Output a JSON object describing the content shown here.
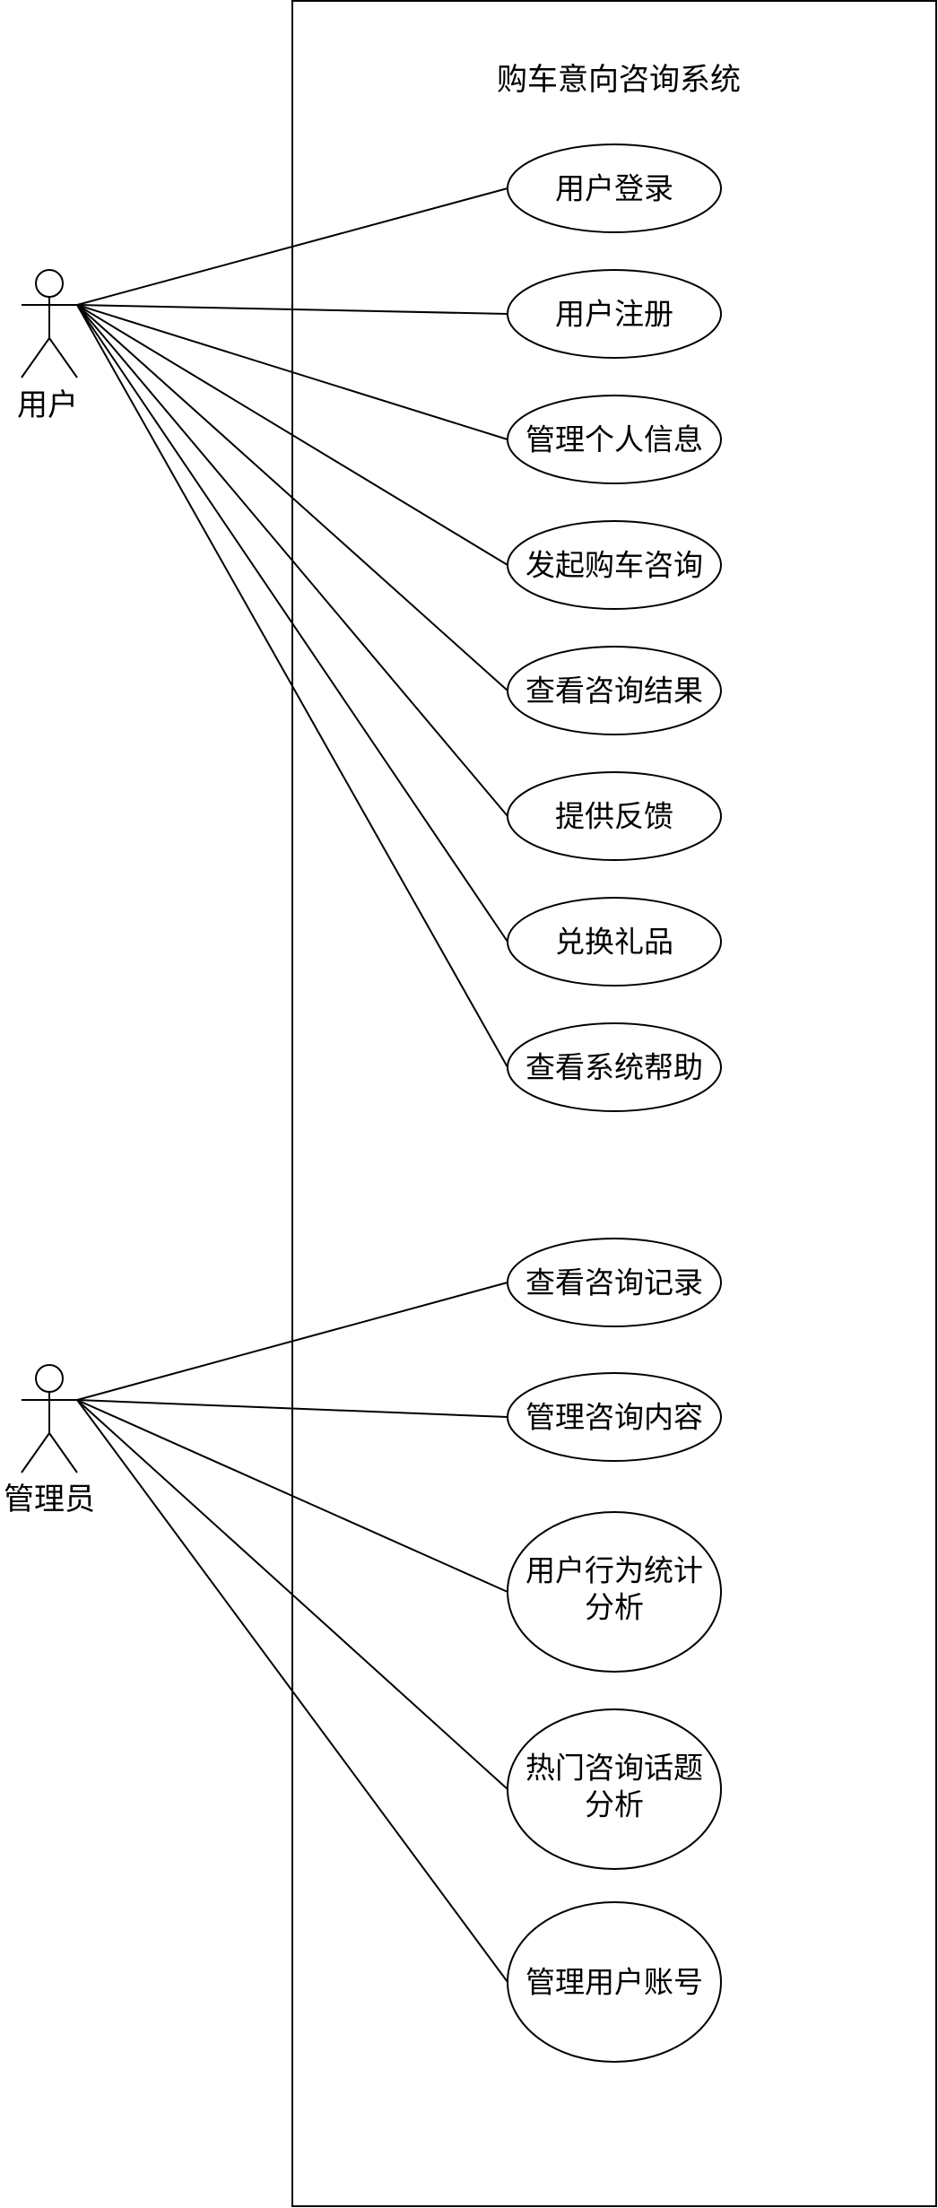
{
  "system": {
    "title": "购车意向咨询系统"
  },
  "actors": {
    "user": {
      "label": "用户"
    },
    "admin": {
      "label": "管理员"
    }
  },
  "use_cases": {
    "user": [
      {
        "label": "用户登录"
      },
      {
        "label": "用户注册"
      },
      {
        "label": "管理个人信息"
      },
      {
        "label": "发起购车咨询"
      },
      {
        "label": "查看咨询结果"
      },
      {
        "label": "提供反馈"
      },
      {
        "label": "兑换礼品"
      },
      {
        "label": "查看系统帮助"
      }
    ],
    "admin": [
      {
        "label": "查看咨询记录"
      },
      {
        "label": "管理咨询内容"
      },
      {
        "label": "用户行为统计",
        "label2": "分析"
      },
      {
        "label": "热门咨询话题",
        "label2": "分析"
      },
      {
        "label": "管理用户账号"
      }
    ]
  },
  "colors": {
    "stroke": "#000000",
    "fill": "#ffffff"
  }
}
